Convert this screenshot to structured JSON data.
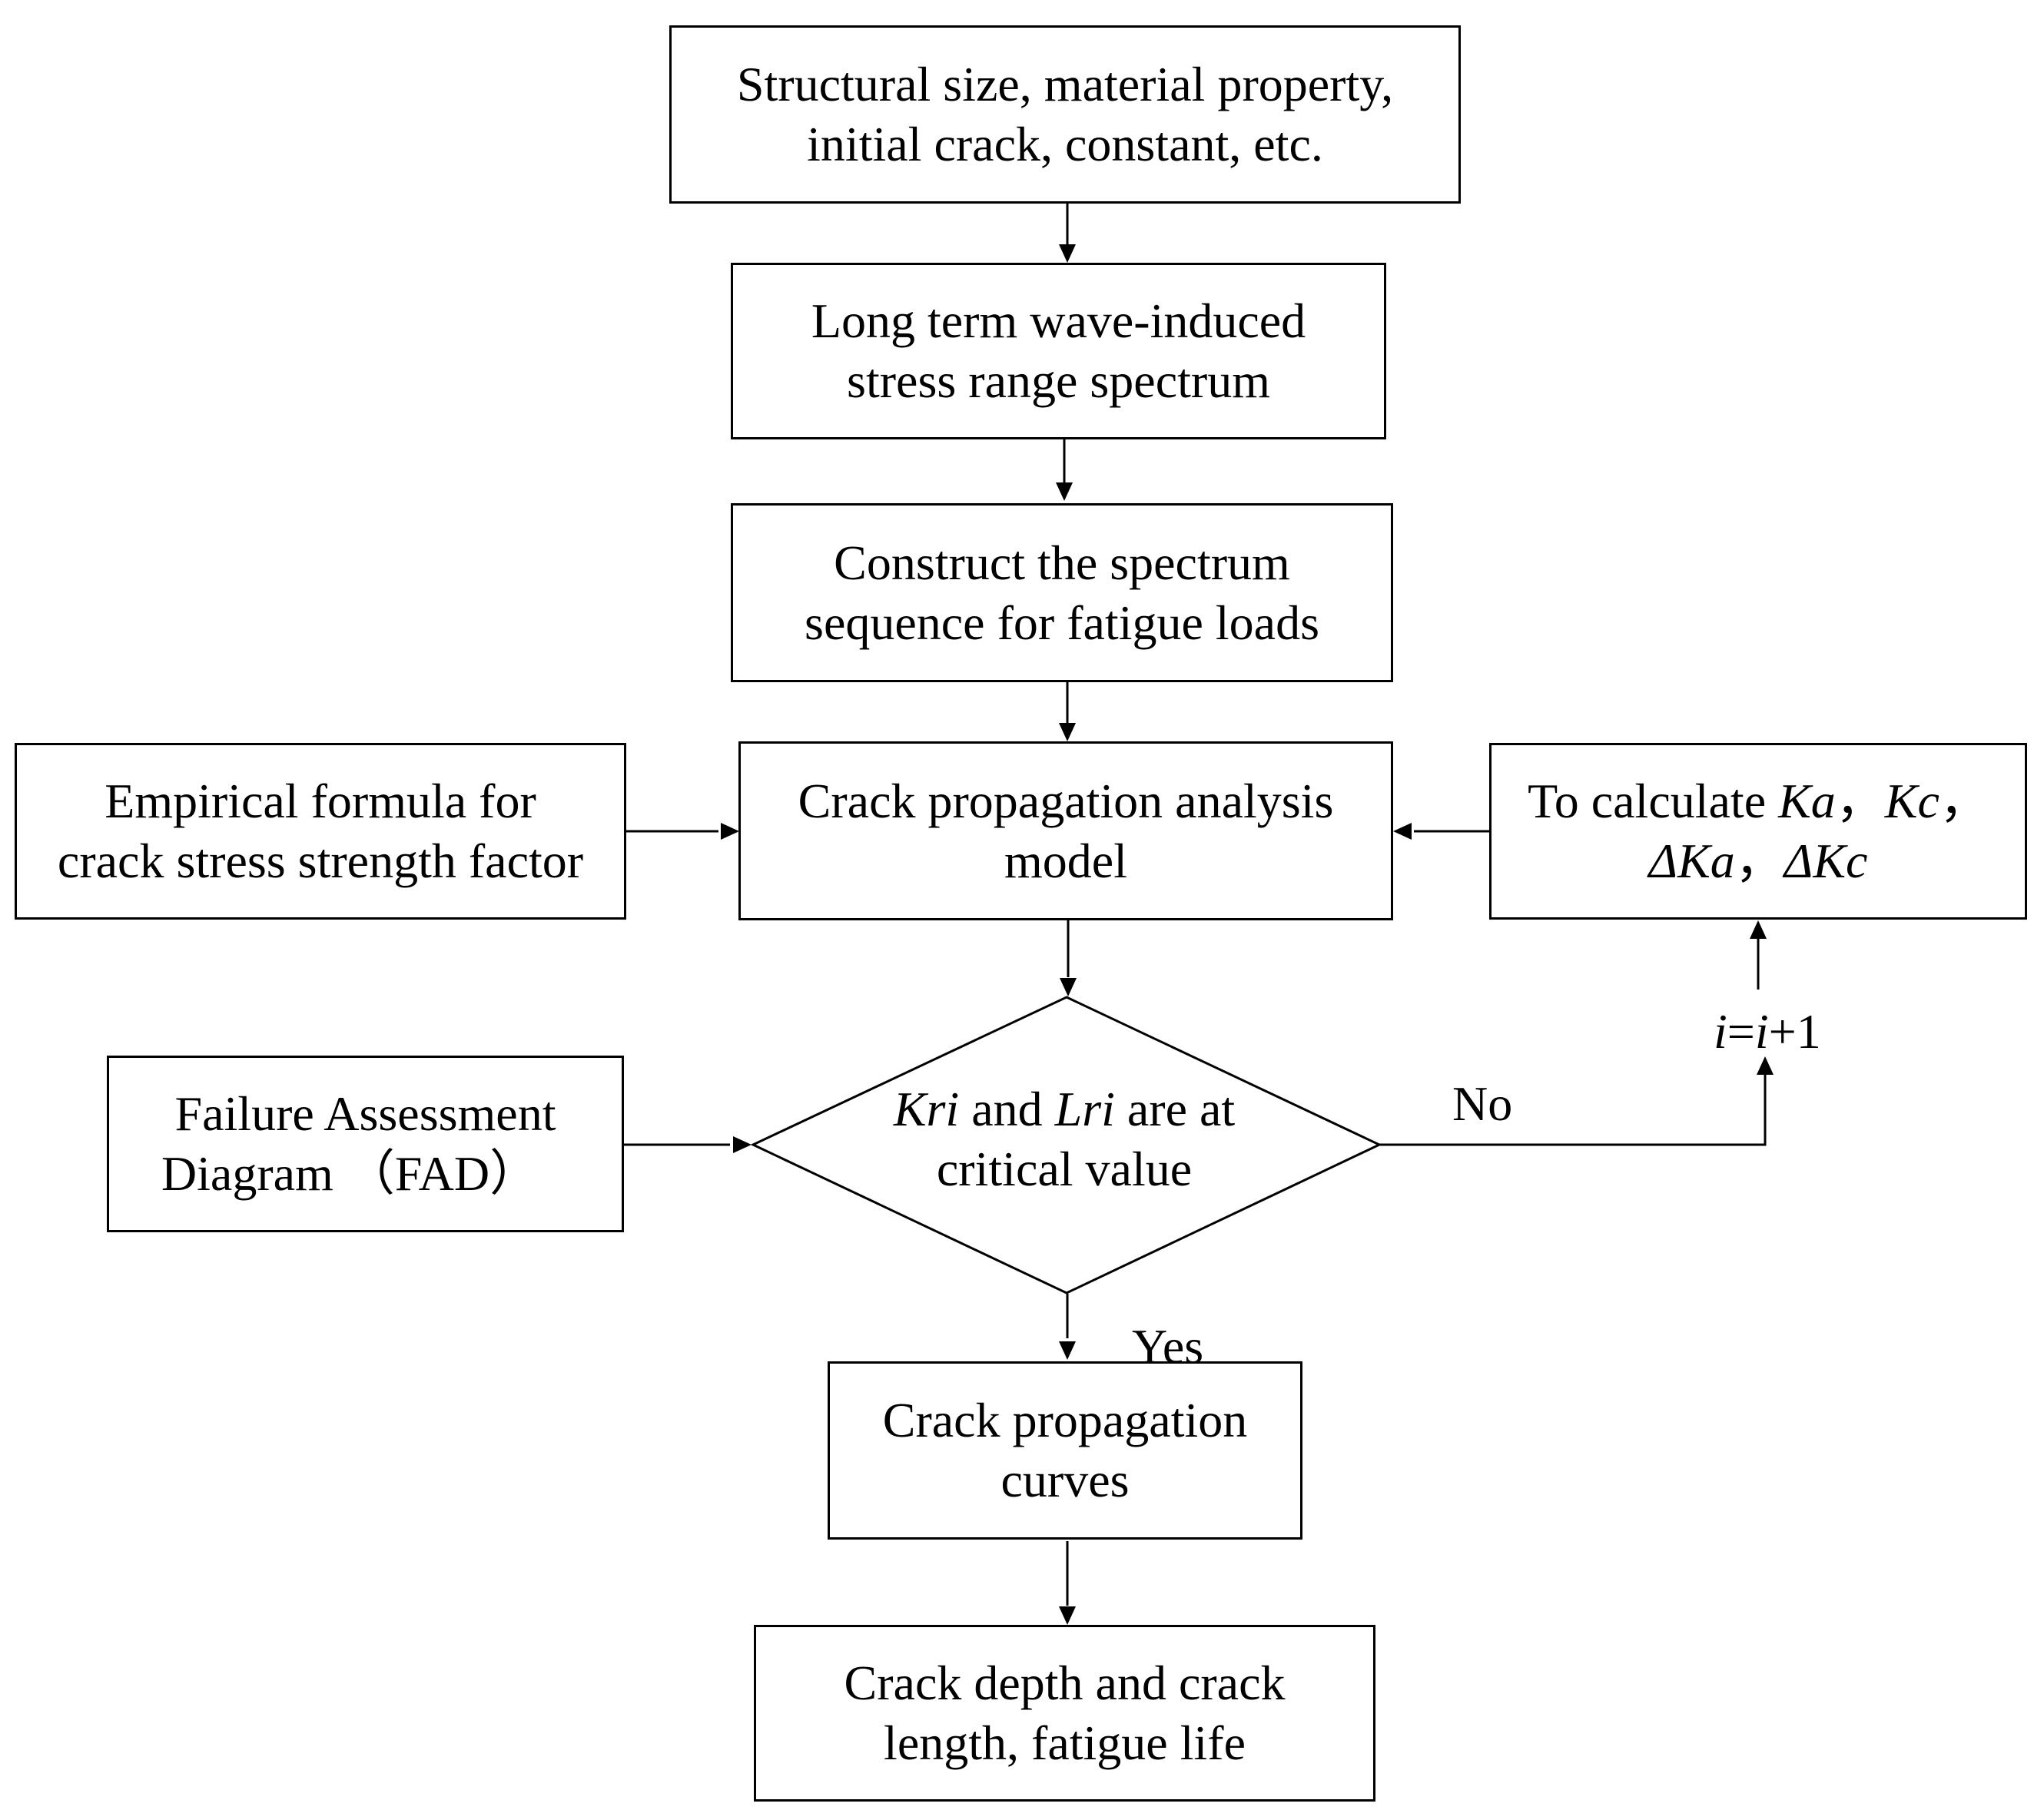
{
  "nodes": {
    "inputs": {
      "lines": [
        "Structural size, material property,",
        "initial crack, constant, etc."
      ]
    },
    "stress_spectrum": {
      "lines": [
        "Long term wave-induced",
        "stress range spectrum"
      ]
    },
    "load_sequence": {
      "lines": [
        "Construct the spectrum",
        "sequence for fatigue loads"
      ]
    },
    "empirical_formula": {
      "lines": [
        "Empirical formula for",
        "crack stress strength factor"
      ]
    },
    "analysis_model": {
      "lines": [
        "Crack propagation analysis",
        "model"
      ]
    },
    "calculate": {
      "prefix": "To calculate ",
      "ka": "Ka",
      "sep1": "，",
      "kc": "Kc",
      "sep2": "，",
      "delta_ka": "ΔKa",
      "sep3": "，",
      "delta_kc": "ΔKc"
    },
    "fad": {
      "line1": "Failure Assessment",
      "line2": "Diagram （FAD）"
    },
    "decision": {
      "kri": "Kri",
      "and": " and ",
      "lri": "Lri",
      "tail": " are at",
      "line2": "critical value"
    },
    "propagation_curves": {
      "lines": [
        "Crack propagation",
        "curves"
      ]
    },
    "results": {
      "lines": [
        "Crack depth and crack",
        "length, fatigue life"
      ]
    }
  },
  "edge_labels": {
    "no": "No",
    "yes": "Yes",
    "increment": {
      "i1": "i",
      "eq": "=",
      "i2": "i",
      "plus": "+1"
    }
  },
  "colors": {
    "stroke": "#000000",
    "background": "#ffffff"
  }
}
